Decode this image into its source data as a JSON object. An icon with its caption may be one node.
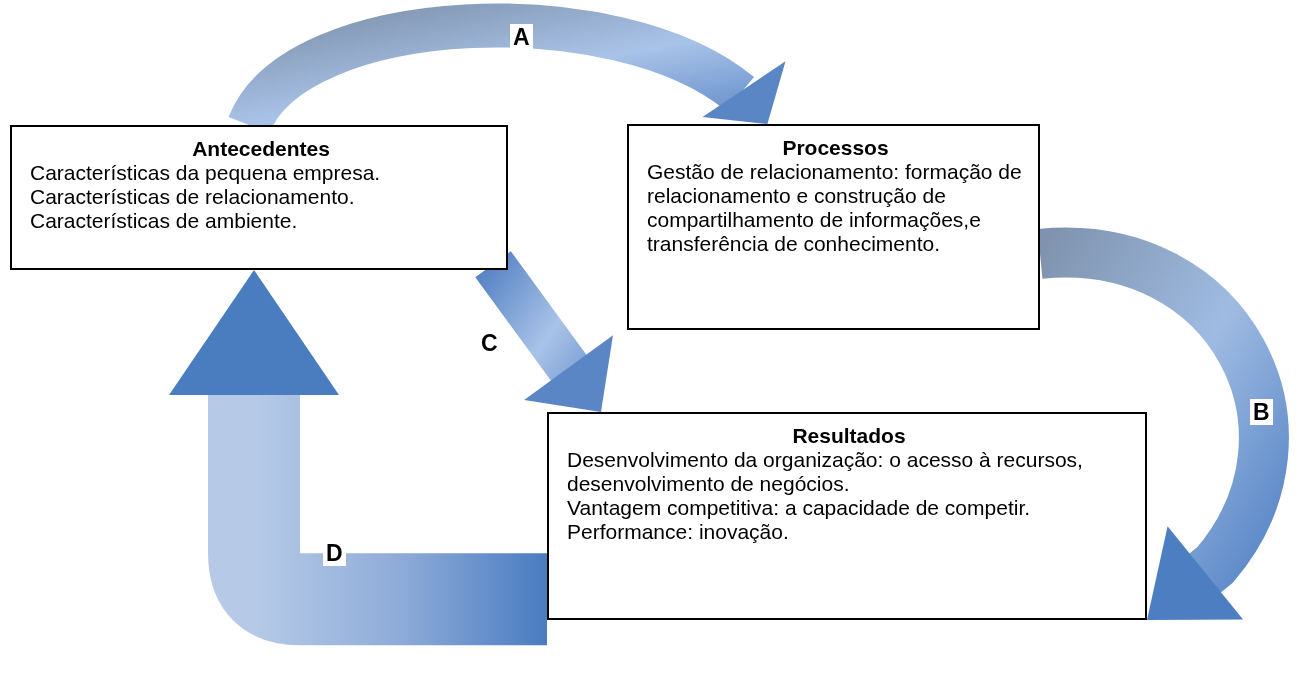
{
  "diagram": {
    "nodes": [
      {
        "text": [
          "Antecedentes",
          "Características da pequena empresa.",
          "Características de relacionamento.",
          "Características de ambiente."
        ]
      },
      {
        "text": [
          "Processos",
          "Gestão de relacionamento: formação de relacionamento e construção de compartilhamento de informações,e transferência de conhecimento."
        ]
      },
      {
        "text": [
          "Resultados",
          "Desenvolvimento da organização: o acesso à recursos, desenvolvimento de negócios.",
          "Vantagem competitiva: a capacidade de competir.",
          "Performance: inovação."
        ]
      }
    ],
    "edges": [
      {
        "from": 0,
        "to": 1,
        "arrow": "to",
        "label": "A"
      },
      {
        "from": 1,
        "to": 2,
        "arrow": "to",
        "label": "B"
      },
      {
        "from": 0,
        "to": 2,
        "arrow": "to",
        "label": "C"
      },
      {
        "from": 2,
        "to": 0,
        "arrow": "to",
        "label": "D"
      }
    ]
  }
}
